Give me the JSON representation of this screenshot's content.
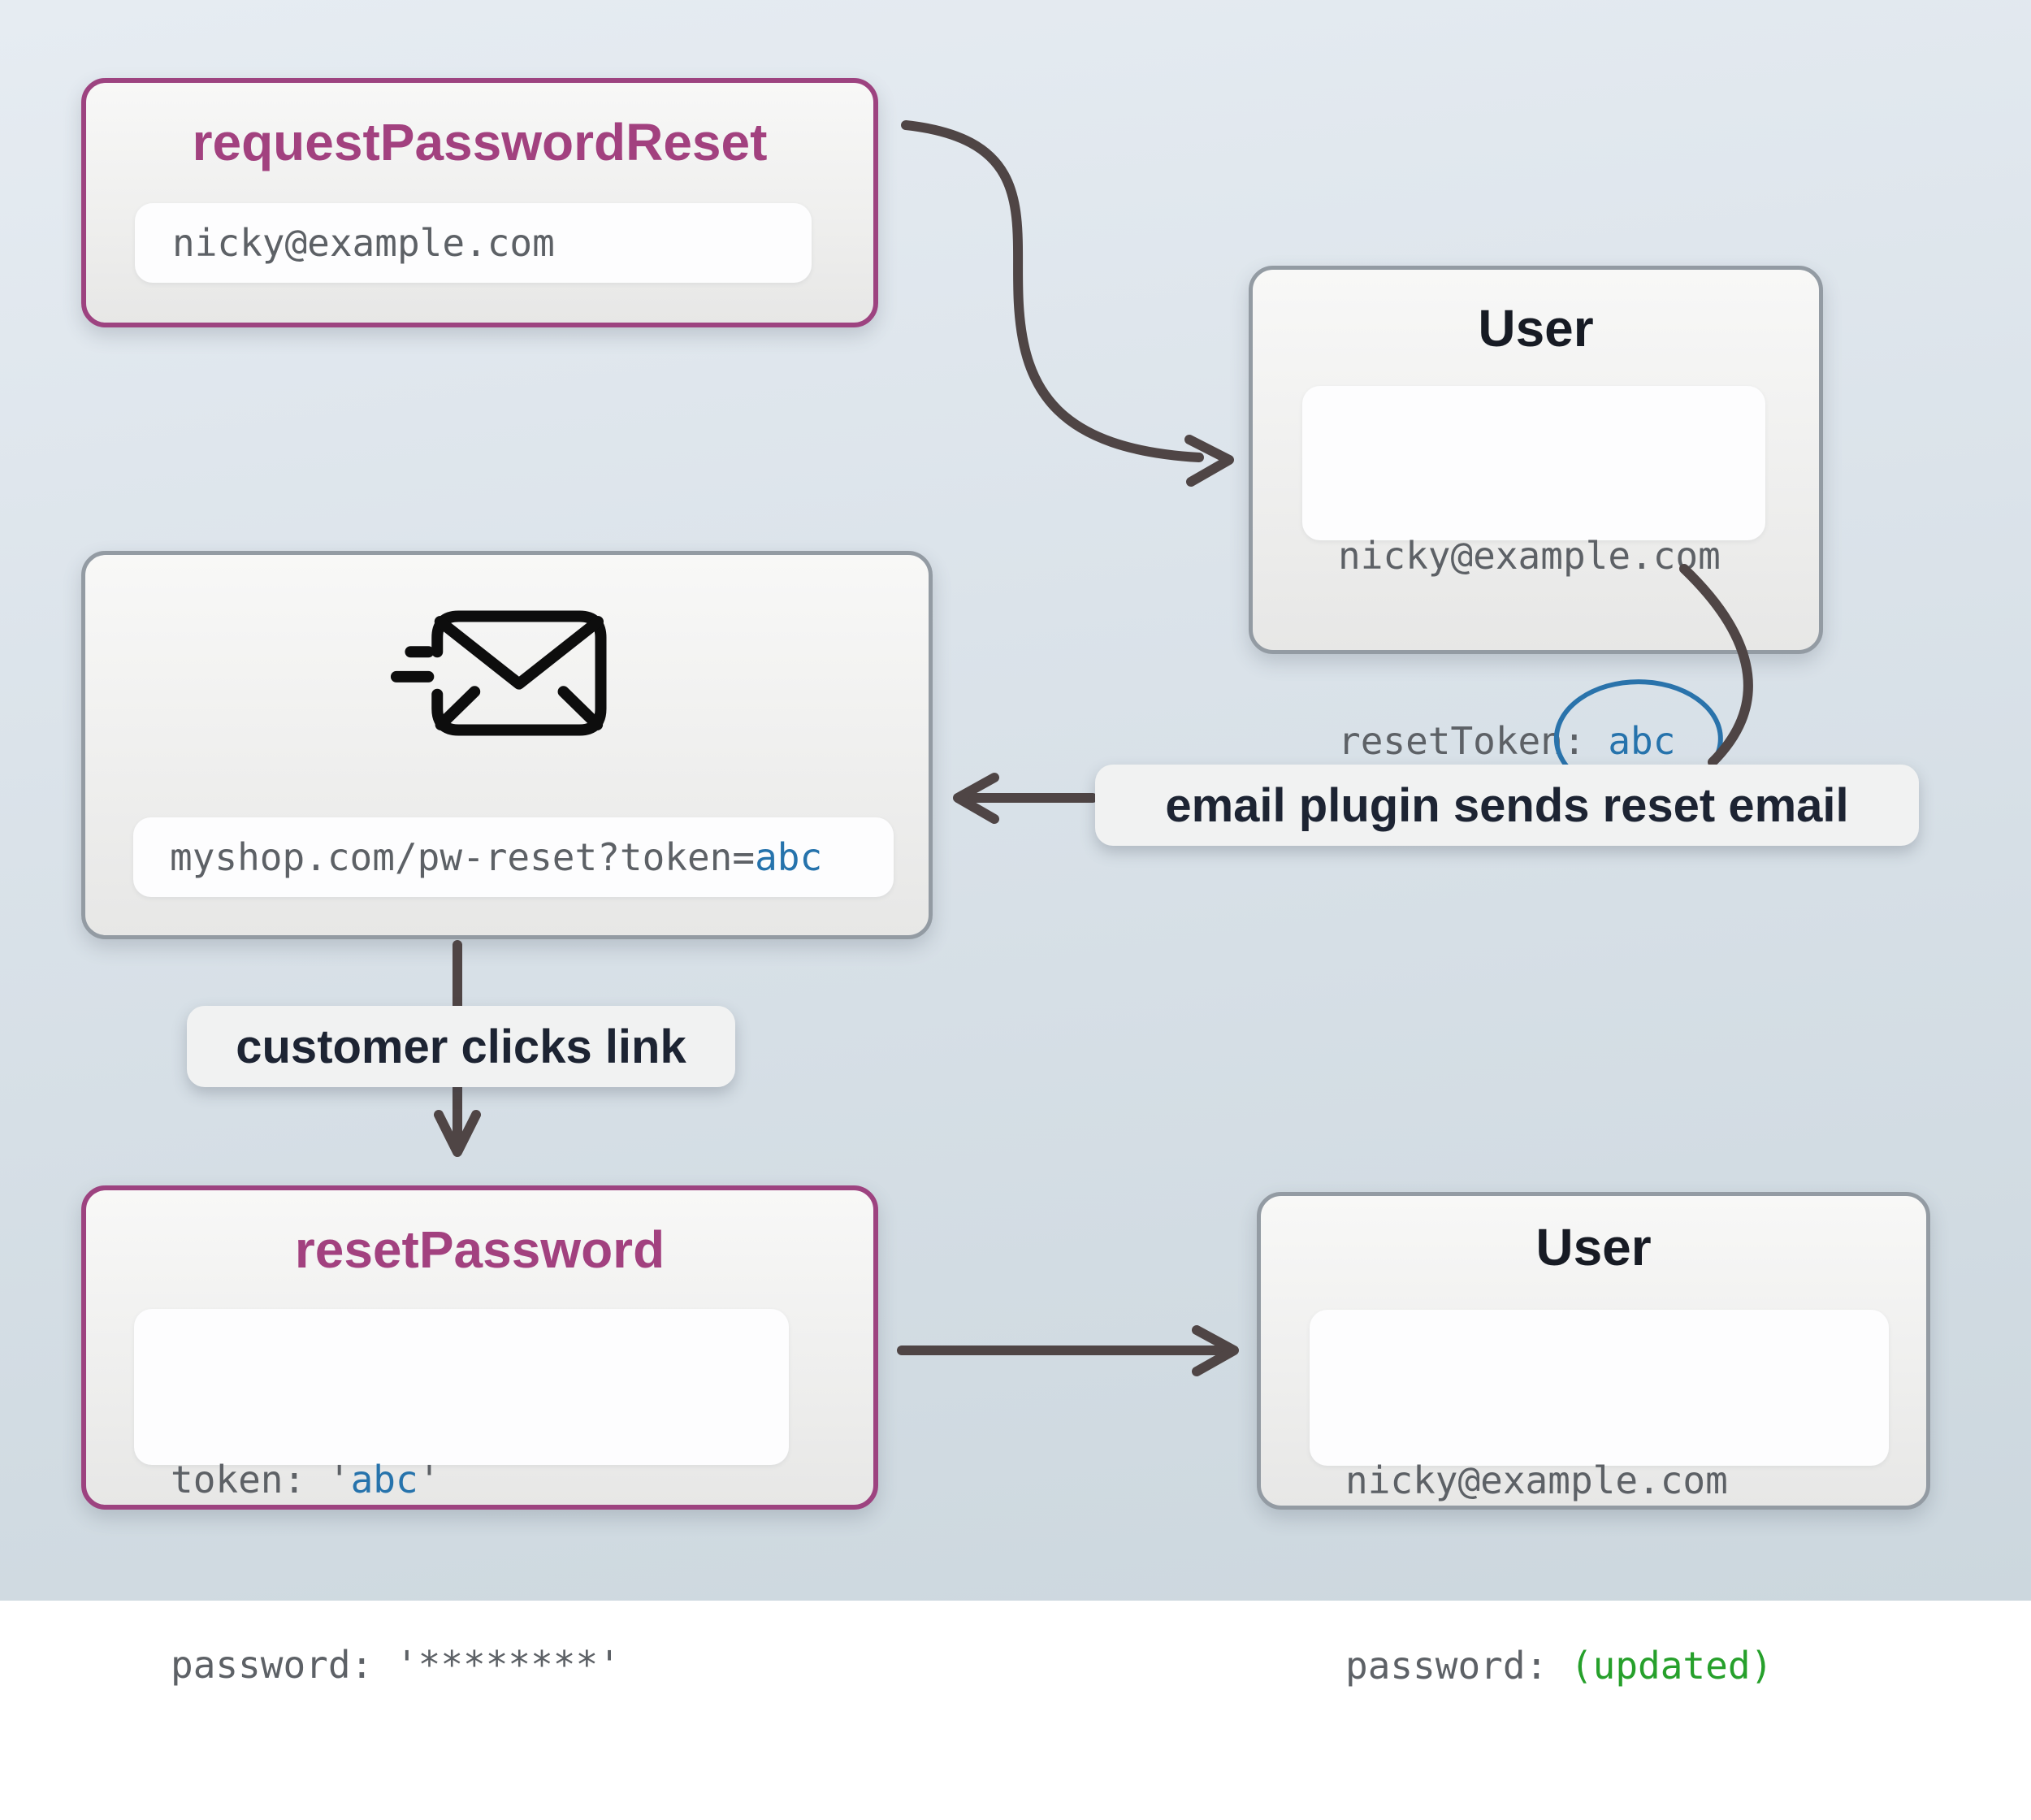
{
  "background": {
    "top_color": "#e6ecf2",
    "bottom_color": "#ccd7de"
  },
  "palette": {
    "magenta_accent": "#a2417f",
    "blue_accent": "#2673ac",
    "green_accent": "#26a02b",
    "arrow_color": "#4f4545",
    "gray_node_border": "#939ba3",
    "code_gray": "#5d6166",
    "dark_title": "#171b24",
    "label_text": "#1d2433"
  },
  "nodes": {
    "request": {
      "title": "requestPasswordReset",
      "email": "nicky@example.com"
    },
    "user_top": {
      "title": "User",
      "email": "nicky@example.com",
      "token_label": "resetToken:",
      "token_value": "abc"
    },
    "email": {
      "icon": "mail-send-icon",
      "url_prefix": "myshop.com/pw-reset?token=",
      "token": "abc"
    },
    "reset": {
      "title": "resetPassword",
      "token_prefix": "token: '",
      "token_value": "abc",
      "token_suffix": "'",
      "password_line": "password: '********'"
    },
    "user_bottom": {
      "title": "User",
      "email": "nicky@example.com",
      "password_label": "password: ",
      "password_value": "(updated)"
    }
  },
  "annotations": {
    "email_plugin": "email plugin sends reset email",
    "customer_clicks": "customer clicks link"
  }
}
